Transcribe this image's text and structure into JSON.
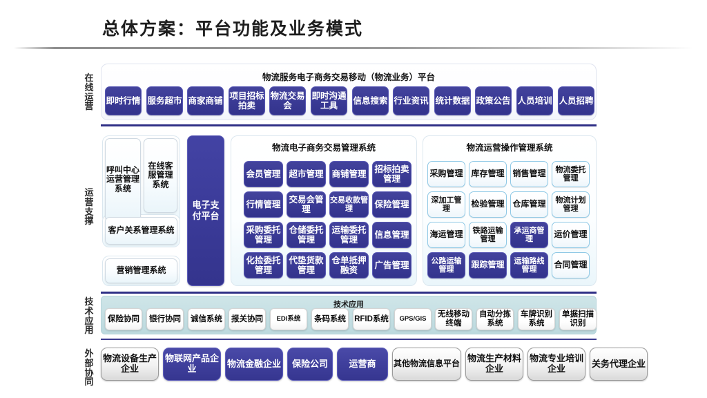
{
  "title": "总体方案：平台功能及业务模式",
  "bands": [
    {
      "id": "online",
      "label": "在线运营"
    },
    {
      "id": "support",
      "label": "运营支撑"
    },
    {
      "id": "tech",
      "label": "技术应用"
    },
    {
      "id": "external",
      "label": "外部协同"
    }
  ],
  "online": {
    "panel_title": "物流服务电子商务交易移动（物流业务）平台",
    "items": [
      {
        "line1": "即时",
        "line2": "行情"
      },
      {
        "line1": "服务",
        "line2": "超市"
      },
      {
        "line1": "商家",
        "line2": "商铺"
      },
      {
        "line1": "项目招",
        "line2": "标拍卖"
      },
      {
        "line1": "物流",
        "line2": "交易会"
      },
      {
        "line1": "即时沟",
        "line2": "通工具"
      },
      {
        "line1": "信息",
        "line2": "搜索"
      },
      {
        "line1": "行业",
        "line2": "资讯"
      },
      {
        "line1": "统计",
        "line2": "数据"
      },
      {
        "line1": "政策",
        "line2": "公告"
      },
      {
        "line1": "人员",
        "line2": "培训"
      },
      {
        "line1": "人员",
        "line2": "招聘"
      }
    ]
  },
  "support": {
    "left_items": [
      {
        "line1": "呼叫",
        "line2": "中心",
        "line3": "运营",
        "line4": "管理",
        "line5": "系统"
      },
      {
        "line1": "在线",
        "line2": "客服",
        "line3": "管理",
        "line4": "系统"
      },
      {
        "line1": "客户关系",
        "line2": "管理系统"
      },
      {
        "line1": "营销管理系统"
      }
    ],
    "payment": {
      "line1": "电子",
      "line2": "支付",
      "line3": "平台"
    },
    "ecommerce": {
      "panel_title": "物流电子商务交易管理系统",
      "items": [
        {
          "line1": "会员",
          "line2": "管理"
        },
        {
          "line1": "超市",
          "line2": "管理"
        },
        {
          "line1": "商铺",
          "line2": "管理"
        },
        {
          "line1": "招标拍",
          "line2": "卖管理"
        },
        {
          "line1": "行情",
          "line2": "管理"
        },
        {
          "line1": "交易会",
          "line2": "管理"
        },
        {
          "line1": "交易收款",
          "line2": "管理"
        },
        {
          "line1": "保险",
          "line2": "管理"
        },
        {
          "line1": "采购委",
          "line2": "托管理"
        },
        {
          "line1": "仓储委",
          "line2": "托管理"
        },
        {
          "line1": "运输委",
          "line2": "托管理"
        },
        {
          "line1": "信息",
          "line2": "管理"
        },
        {
          "line1": "化捡委",
          "line2": "托管理"
        },
        {
          "line1": "代垫货",
          "line2": "款管理"
        },
        {
          "line1": "仓单抵",
          "line2": "押融资"
        },
        {
          "line1": "广告",
          "line2": "管理"
        }
      ]
    },
    "operations": {
      "panel_title": "物流运营操作管理系统",
      "items": [
        {
          "line1": "采购",
          "line2": "管理",
          "style": "pale"
        },
        {
          "line1": "库存",
          "line2": "管理",
          "style": "pale"
        },
        {
          "line1": "销售",
          "line2": "管理",
          "style": "pale"
        },
        {
          "line1": "物流委",
          "line2": "托管理",
          "style": "pale"
        },
        {
          "line1": "深加工",
          "line2": "管理",
          "style": "pale"
        },
        {
          "line1": "检验",
          "line2": "管理",
          "style": "pale"
        },
        {
          "line1": "仓库",
          "line2": "管理",
          "style": "pale"
        },
        {
          "line1": "物流计",
          "line2": "划管理",
          "style": "pale"
        },
        {
          "line1": "海运",
          "line2": "管理",
          "style": "pale"
        },
        {
          "line1": "铁路运",
          "line2": "输管理",
          "style": "pale"
        },
        {
          "line1": "承运商",
          "line2": "管理",
          "style": "blue"
        },
        {
          "line1": "运价",
          "line2": "管理",
          "style": "pale"
        },
        {
          "line1": "公路运",
          "line2": "输管理",
          "style": "blue"
        },
        {
          "line1": "跟踪",
          "line2": "管理",
          "style": "blue"
        },
        {
          "line1": "运输路",
          "line2": "线管理",
          "style": "blue"
        },
        {
          "line1": "合同",
          "line2": "管理",
          "style": "pale"
        }
      ]
    }
  },
  "tech": {
    "panel_title": "技术应用",
    "items": [
      {
        "line1": "保险",
        "line2": "协同"
      },
      {
        "line1": "银行",
        "line2": "协同"
      },
      {
        "line1": "诚信",
        "line2": "系统"
      },
      {
        "line1": "报关",
        "line2": "协同"
      },
      {
        "line1": "EDI系统",
        "line2": ""
      },
      {
        "line1": "条码",
        "line2": "系统"
      },
      {
        "line1": "RFID",
        "line2": "系统"
      },
      {
        "line1": "GPS/GIS",
        "line2": ""
      },
      {
        "line1": "无线移",
        "line2": "动终端"
      },
      {
        "line1": "自动分",
        "line2": "拣系统"
      },
      {
        "line1": "车牌识",
        "line2": "别系统"
      },
      {
        "line1": "单据扫",
        "line2": "描识别"
      }
    ]
  },
  "external": {
    "items": [
      {
        "line1": "物流设备",
        "line2": "生产企业",
        "style": "gray"
      },
      {
        "line1": "物联网",
        "line2": "产品企业",
        "style": "blue"
      },
      {
        "line1": "物流",
        "line2": "金融企业",
        "style": "blue"
      },
      {
        "line1": "保险",
        "line2": "公司",
        "style": "blue"
      },
      {
        "line1": "运营商",
        "line2": "",
        "style": "blue"
      },
      {
        "line1": "其他物",
        "line2": "流信息平台",
        "style": "gray"
      },
      {
        "line1": "物流生产",
        "line2": "材料企业",
        "style": "gray"
      },
      {
        "line1": "物流专业",
        "line2": "培训企业",
        "style": "gray"
      },
      {
        "line1": "关务",
        "line2": "代理企业",
        "style": "gray"
      }
    ]
  },
  "colors": {
    "brand_blue": "#3b3b96",
    "pale_border": "#8fc9e6",
    "tech_band": "#c6e0e4",
    "title_text": "#1d1d1d"
  }
}
